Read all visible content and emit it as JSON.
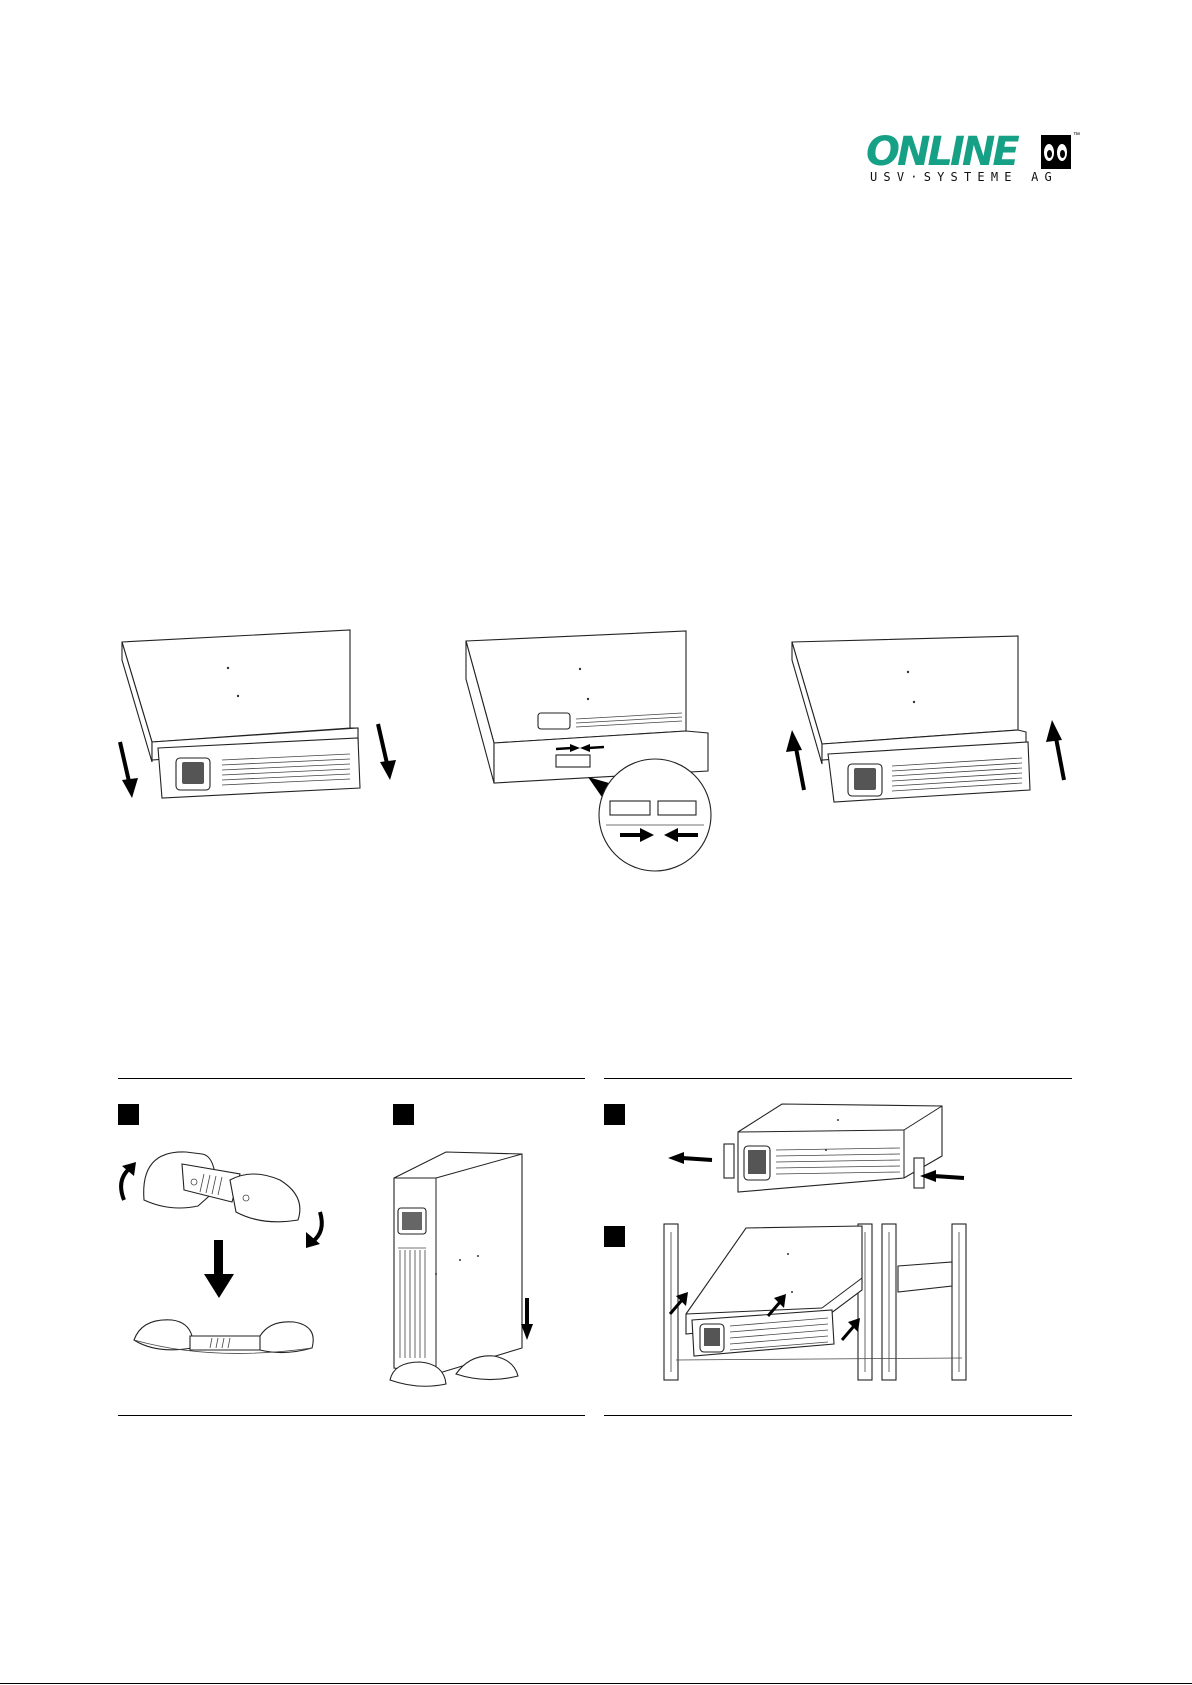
{
  "logo": {
    "word": "ONLINE",
    "subtitle": "USV·SYSTEME AG",
    "trademark": "™",
    "brand_color": "#16a085"
  },
  "figures": {
    "battery_steps": [
      "remove-front-panel",
      "connect-battery-plug",
      "attach-front-panel"
    ],
    "tower_steps": [
      "assemble-stand-feet",
      "place-ups-in-stands"
    ],
    "rack_steps": [
      "attach-rack-ears",
      "slide-into-rack"
    ]
  },
  "colors": {
    "line_art": "#222222",
    "arrow": "#000000"
  }
}
